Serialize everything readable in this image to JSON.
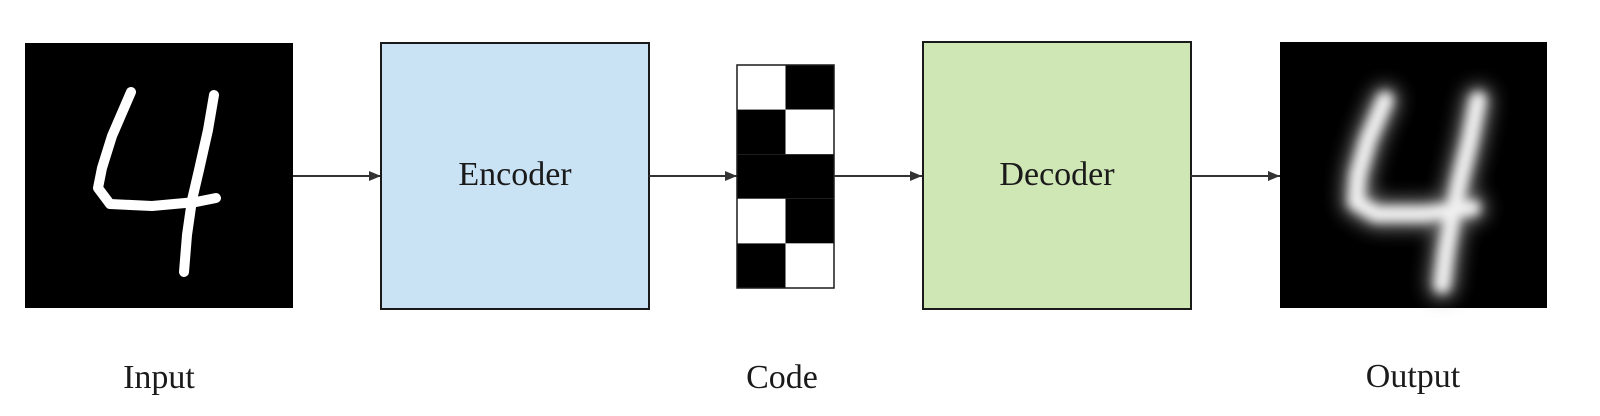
{
  "diagram": {
    "encoder_label": "Encoder",
    "decoder_label": "Decoder",
    "input_caption": "Input",
    "code_caption": "Code",
    "output_caption": "Output",
    "input_digit": "4",
    "output_digit": "4"
  },
  "code_cells": [
    [
      "white",
      "black"
    ],
    [
      "black",
      "white"
    ],
    [
      "black",
      "black"
    ],
    [
      "white",
      "black"
    ],
    [
      "black",
      "white"
    ]
  ],
  "colors": {
    "encoder_fill": "#c9e2f4",
    "decoder_fill": "#cfe6b5",
    "image_background": "#000000",
    "arrow": "#333333",
    "border": "#1a1a1a"
  }
}
